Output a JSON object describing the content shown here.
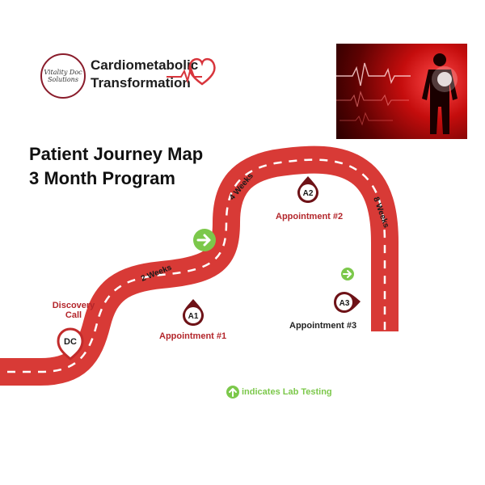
{
  "brand": {
    "badge_line1": "Vitality Doc",
    "badge_line2": "Solutions",
    "name_line1": "Cardiometabolic",
    "name_line2": "Transformation",
    "accent": "#d8353c"
  },
  "title": {
    "line1": "Patient Journey Map",
    "line2": "3 Month Program"
  },
  "hero_image": {
    "icon": "heart-body-icon"
  },
  "road": {
    "color": "#d83a36",
    "dash_color": "#ffffff"
  },
  "durations": {
    "first": "2 Weeks",
    "second": "4 Weeks",
    "third": "8 Weeks"
  },
  "markers": {
    "dc": {
      "code": "DC",
      "label_line1": "Discovery",
      "label_line2": "Call"
    },
    "a1": {
      "code": "A1",
      "label": "Appointment #1"
    },
    "a2": {
      "code": "A2",
      "label": "Appointment #2"
    },
    "a3": {
      "code": "A3",
      "label": "Appointment #3"
    }
  },
  "legend": {
    "text": "indicates Lab Testing",
    "icon": "lab-testing-arrow-icon",
    "color": "#7cc84b"
  }
}
